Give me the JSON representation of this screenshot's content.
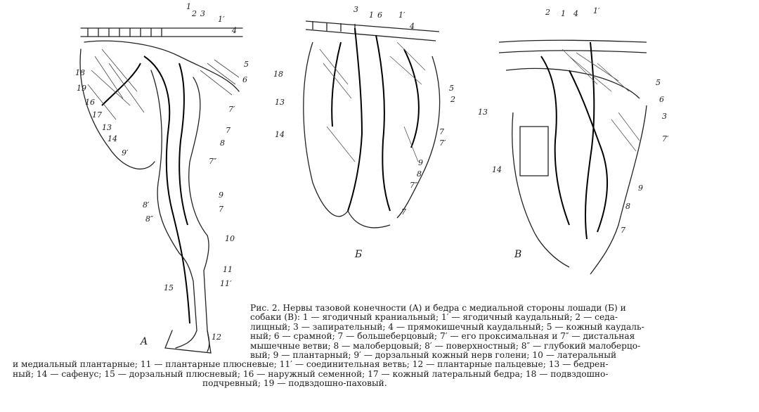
{
  "figures": [
    {
      "id": "A",
      "letter": "A",
      "labels": [
        "1",
        "2",
        "3",
        "1′",
        "4",
        "5",
        "6",
        "18",
        "19",
        "16",
        "17",
        "13",
        "14",
        "9′",
        "7′",
        "7",
        "8",
        "7″",
        "8′",
        "8″",
        "9",
        "7",
        "10",
        "11",
        "11′",
        "15",
        "12"
      ]
    },
    {
      "id": "B",
      "letter": "Б",
      "labels": [
        "3",
        "1",
        "6",
        "1′",
        "4",
        "18",
        "5",
        "2",
        "13",
        "14",
        "7",
        "7′",
        "9",
        "8",
        "7″",
        "7"
      ]
    },
    {
      "id": "V",
      "letter": "В",
      "labels": [
        "2",
        "1",
        "4",
        "1′",
        "5",
        "13",
        "6",
        "3",
        "7′",
        "14",
        "9",
        "8",
        "7"
      ]
    }
  ],
  "caption": {
    "lines": [
      "Рис. 2. Нервы тазовой конечности (A) и бедра с медиальной стороны лошади (Б) и",
      "собаки (В): 1 — ягодичный краниальный; 1′ — ягодичный каудальный; 2 — седа-",
      "лищный; 3 — запирательный; 4 — прямокишечный каудальный; 5 — кожный каудаль-",
      "ный; 6 — срамной; 7 — большеберцовый; 7′ — его проксимальная и 7″ — дистальная",
      "мышечные ветви; 8 — малоберцовый; 8′ — поверхностный; 8″ — глубокий малоберцо-",
      "вый; 9 — плантарный; 9′ — дорзальный кожный нерв голени; 10 — латеральный",
      "и медиальный плантарные; 11 — плантарные плюсневые; 11′ — соединительная ветвь; 12 — плантарные пальцевые; 13 — бедрен-",
      "ный; 14 — сафенус; 15 — дорзальный плюсневый; 16 — наружный семенной; 17 — кожный латеральный бедра; 18 — подвздошно-",
      "подчревный; 19 — подвздошно-паховый."
    ]
  }
}
